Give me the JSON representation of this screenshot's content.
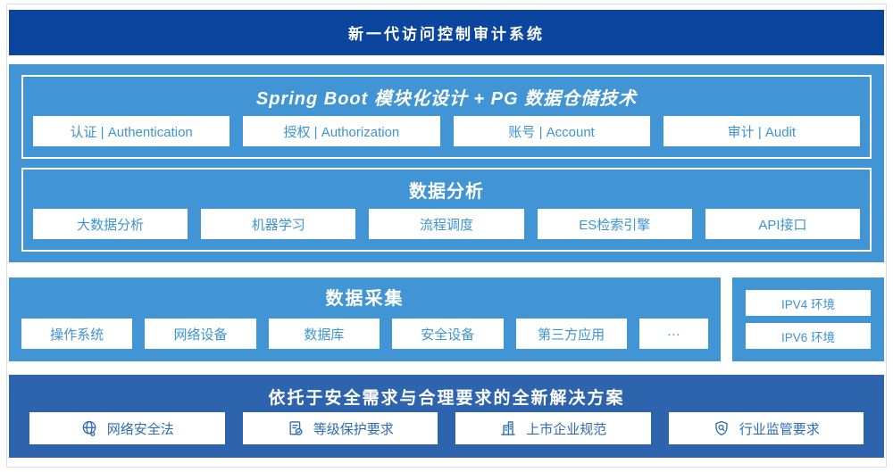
{
  "colors": {
    "navy": "#0b459d",
    "sky": "#4195d4",
    "steel": "#2e63ad",
    "cellText": "#3e93d3",
    "solText": "#2e6bb3"
  },
  "banner": {
    "title": "新一代访问控制审计系统"
  },
  "platform": {
    "modules_section": {
      "title": "Spring Boot 模块化设计 + PG 数据仓储技术",
      "items": [
        "认证 | Authentication",
        "授权 | Authorization",
        "账号 | Account",
        "审计 | Audit"
      ]
    },
    "analysis_section": {
      "title": "数据分析",
      "items": [
        "大数据分析",
        "机器学习",
        "流程调度",
        "ES检索引擎",
        "API接口"
      ]
    }
  },
  "collection": {
    "title": "数据采集",
    "items": [
      "操作系统",
      "网络设备",
      "数据库",
      "安全设备",
      "第三方应用",
      "···"
    ]
  },
  "environments": {
    "items": [
      "IPV4 环境",
      "IPV6 环境"
    ]
  },
  "solution": {
    "title": "依托于安全需求与合理要求的全新解决方案",
    "items": [
      {
        "icon": "globe-icon",
        "label": "网络安全法"
      },
      {
        "icon": "document-check-icon",
        "label": "等级保护要求"
      },
      {
        "icon": "building-icon",
        "label": "上市企业规范"
      },
      {
        "icon": "shield-search-icon",
        "label": "行业监管要求"
      }
    ]
  }
}
